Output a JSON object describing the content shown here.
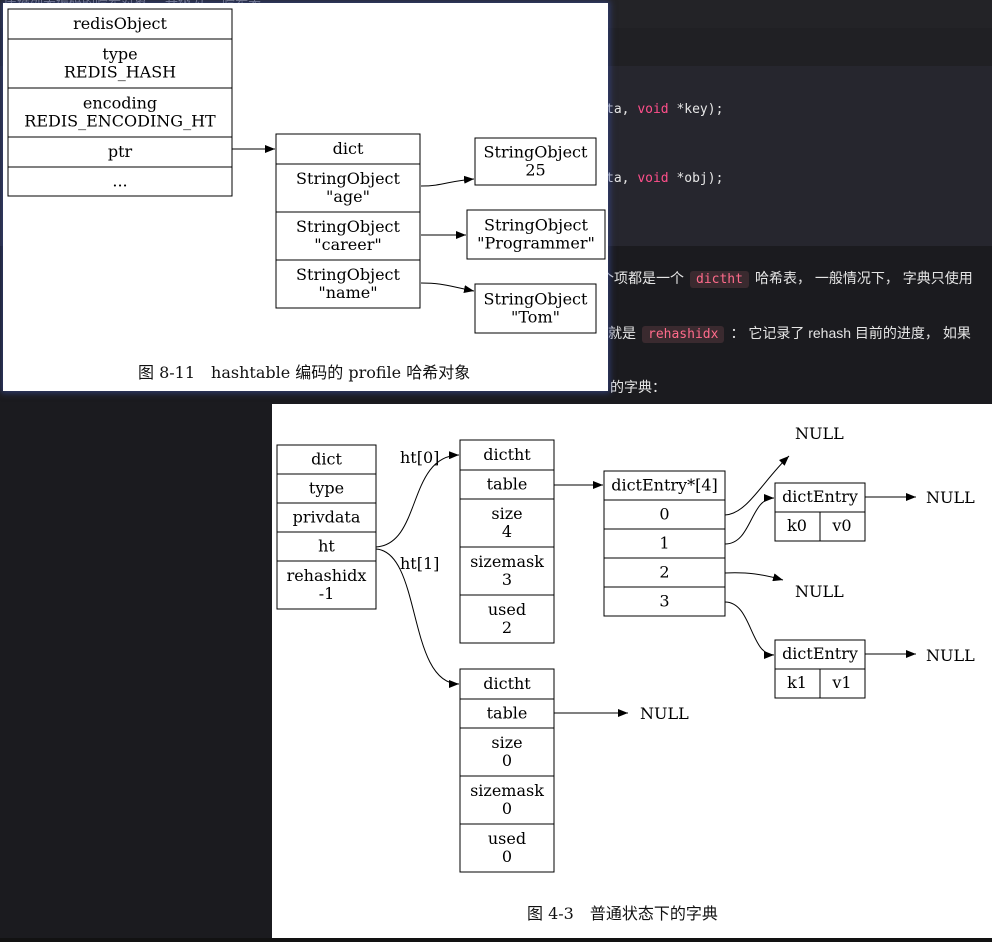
{
  "editor": {
    "top_text": "压缩列表编码的哈希对象 ... 升级为 ... 哈希表",
    "code_line1_a": "ta, ",
    "code_line1_kw": "void",
    "code_line1_b": " *key);",
    "code_line2_a": "ta, ",
    "code_line2_kw": "void",
    "code_line2_b": " *obj);",
    "para1_a": "个项都是一个",
    "para1_code": "dictht",
    "para1_b": "哈希表， 一般情况下， 字典只使用",
    "para2_a": "就是",
    "para2_code": "rehashidx",
    "para2_b": "： 它记录了 rehash 目前的进度， 如果",
    "para3": "的字典："
  },
  "figure1": {
    "redis_object": [
      "redisObject",
      "type\nREDIS_HASH",
      "encoding\nREDIS_ENCODING_HT",
      "ptr",
      "..."
    ],
    "dict_header": "dict",
    "dict_keys": [
      "StringObject\n\"age\"",
      "StringObject\n\"career\"",
      "StringObject\n\"name\""
    ],
    "values": [
      "StringObject\n25",
      "StringObject\n\"Programmer\"",
      "StringObject\n\"Tom\""
    ],
    "caption": "图 8-11　hashtable 编码的 profile 哈希对象"
  },
  "figure2": {
    "dict": [
      "dict",
      "type",
      "privdata",
      "ht",
      "rehashidx\n-1"
    ],
    "ht0_label": "ht[0]",
    "ht1_label": "ht[1]",
    "dictht0": [
      "dictht",
      "table",
      "size\n4",
      "sizemask\n3",
      "used\n2"
    ],
    "dictht1": [
      "dictht",
      "table",
      "size\n0",
      "sizemask\n0",
      "used\n0"
    ],
    "entry_array": [
      "dictEntry*[4]",
      "0",
      "1",
      "2",
      "3"
    ],
    "entry1": {
      "title": "dictEntry",
      "k": "k0",
      "v": "v0"
    },
    "entry2": {
      "title": "dictEntry",
      "k": "k1",
      "v": "v1"
    },
    "null": "NULL",
    "caption": "图 4-3　普通状态下的字典"
  }
}
